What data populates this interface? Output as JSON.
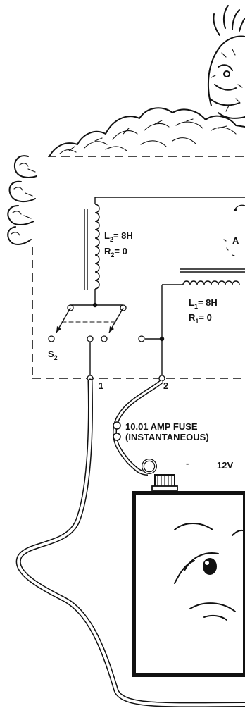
{
  "diagram": {
    "inductor_l2": {
      "name": "L",
      "sub": "2",
      "value": "= 8H"
    },
    "resistor_r2": {
      "name": "R",
      "sub": "2",
      "value": "= 0"
    },
    "inductor_l1": {
      "name": "L",
      "sub": "1",
      "value": "= 8H"
    },
    "resistor_r1": {
      "name": "R",
      "sub": "1",
      "value": "= 0"
    },
    "switch_s2": {
      "name": "S",
      "sub": "2"
    },
    "meter_partial_label": "A",
    "terminal_1": "1",
    "terminal_2": "2",
    "fuse_line1": "10.01 AMP FUSE",
    "fuse_line2": "(INSTANTANEOUS)",
    "battery_minus": "-",
    "battery_voltage": "12V"
  }
}
